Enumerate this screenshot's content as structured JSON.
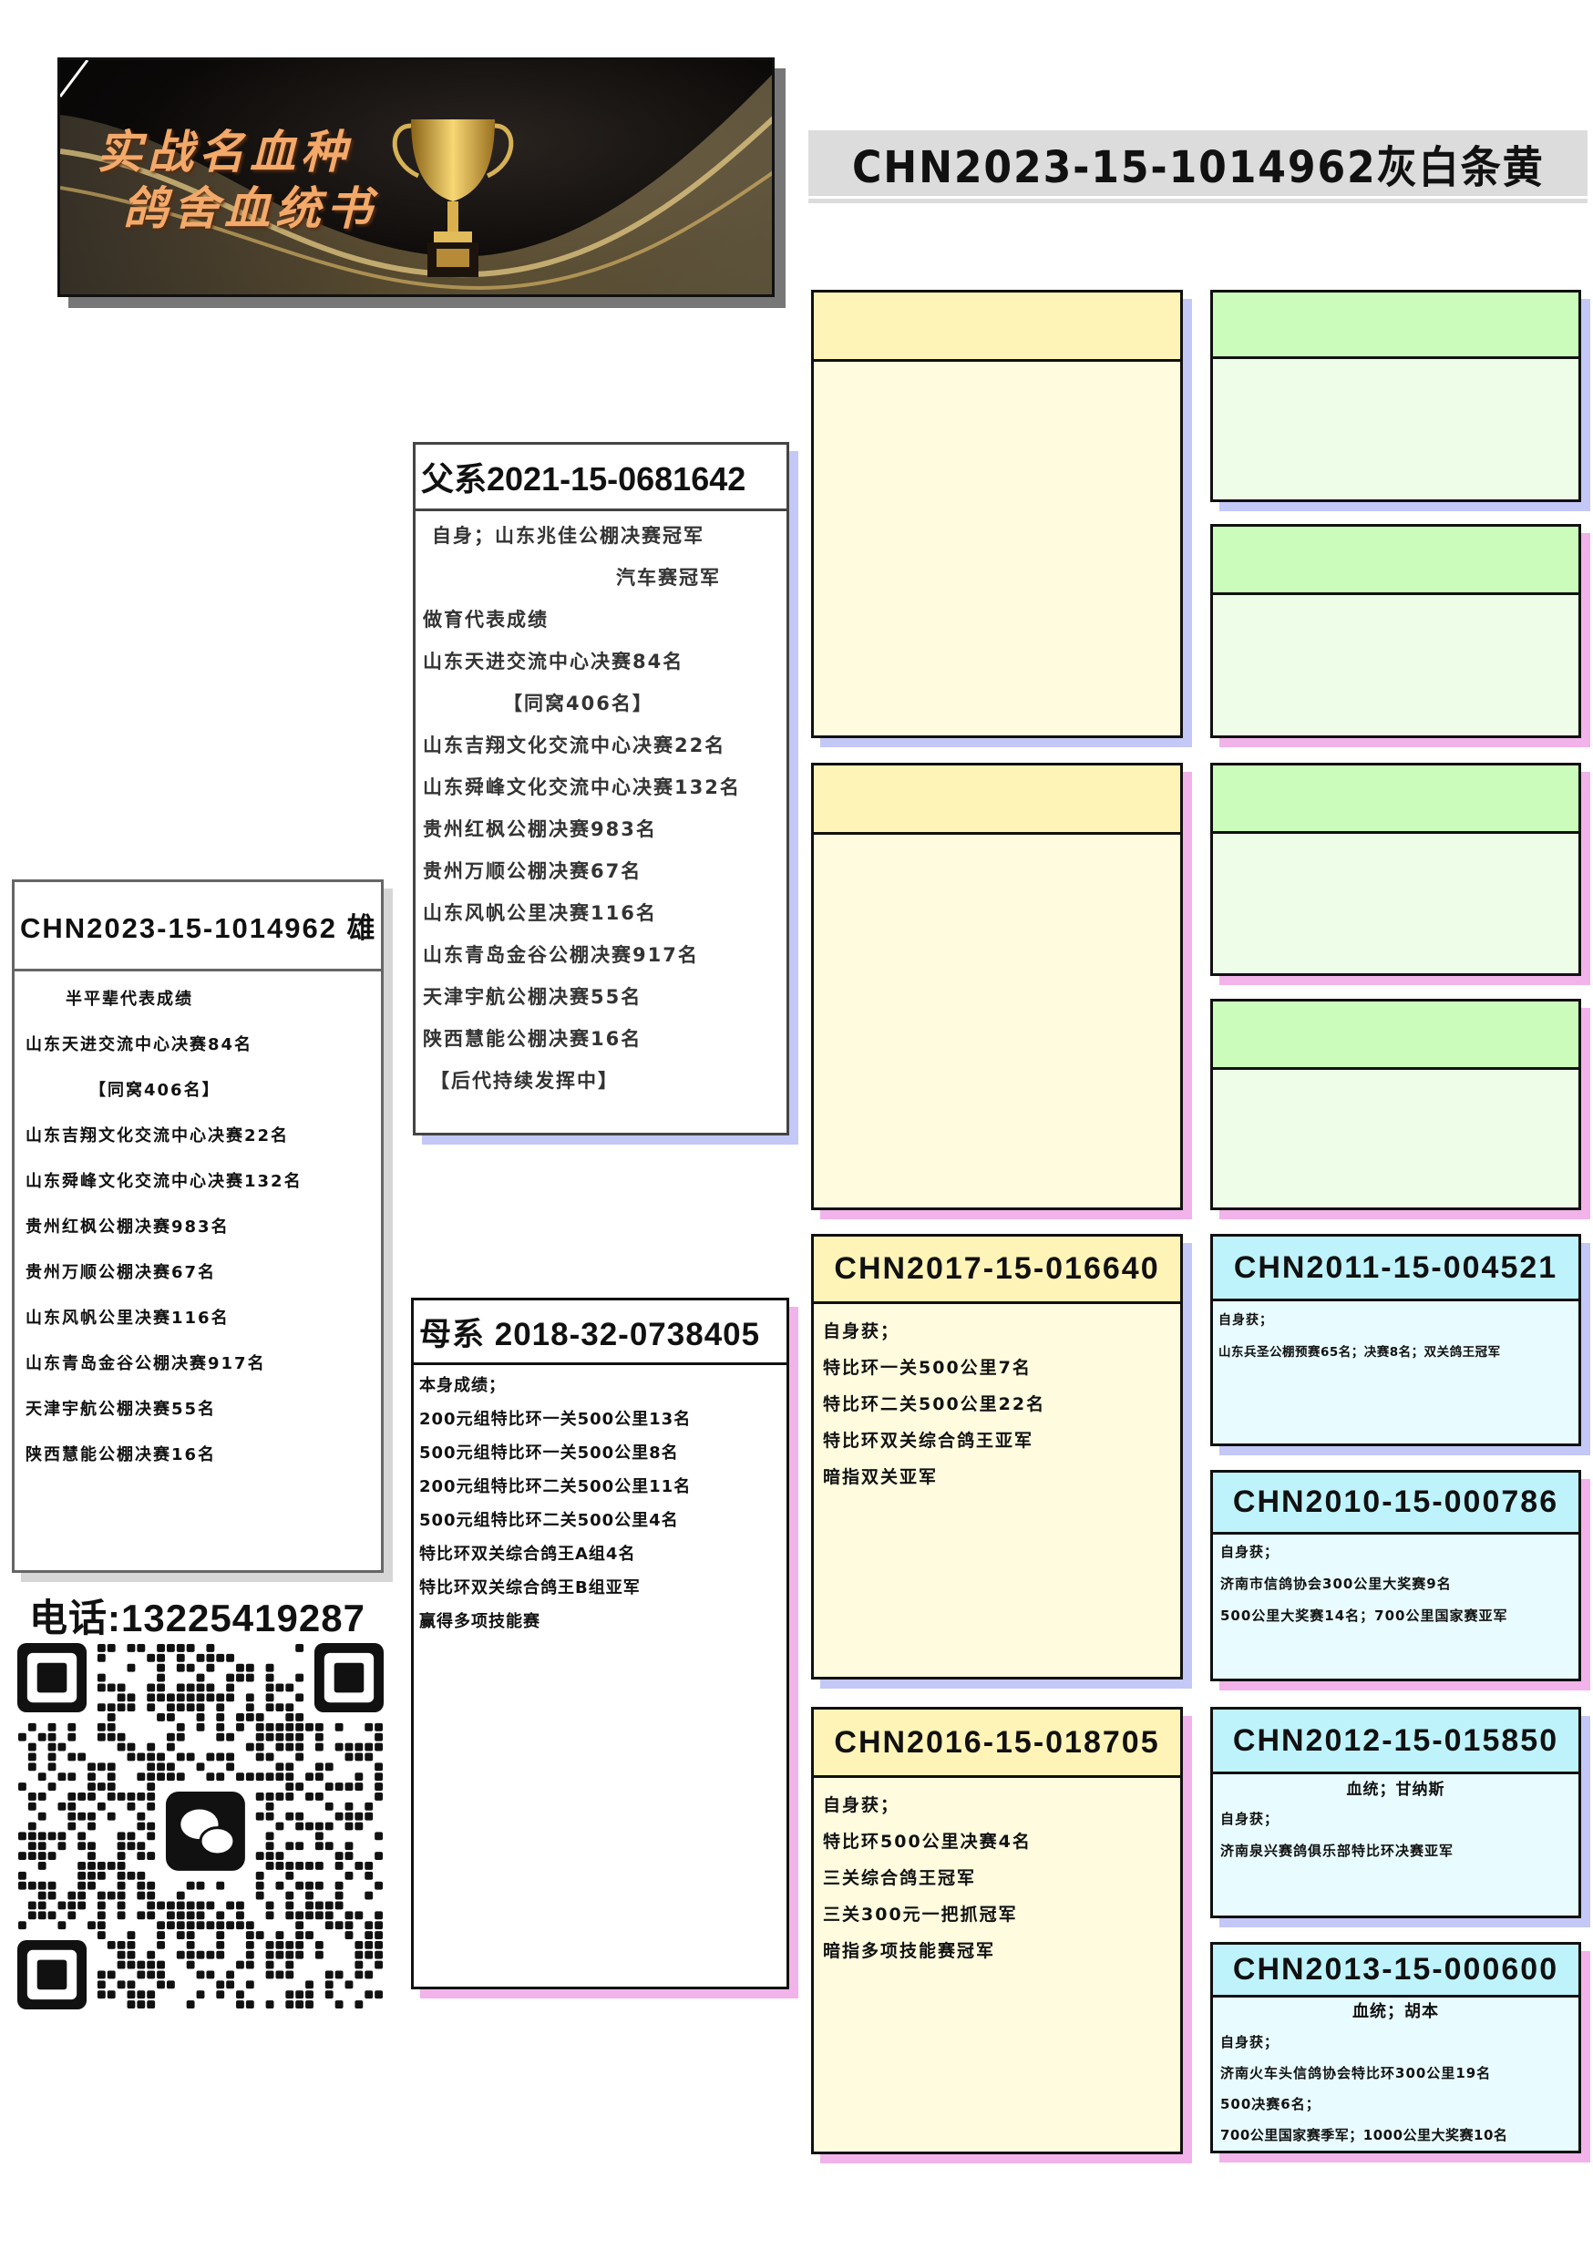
{
  "banner": {
    "line1": "实战名血种",
    "line2": "鸽舍血统书"
  },
  "title": "CHN2023-15-1014962灰白条黄",
  "subject": {
    "header": "CHN2023-15-1014962 雄",
    "lines": [
      "半平辈代表成绩",
      "山东天进交流中心决赛84名",
      "【同窝406名】",
      "山东吉翔文化交流中心决赛22名",
      "山东舜峰文化交流中心决赛132名",
      "贵州红枫公棚决赛983名",
      "贵州万顺公棚决赛67名",
      "山东风帆公里决赛116名",
      "山东青岛金谷公棚决赛917名",
      "天津宇航公棚决赛55名",
      "陕西慧能公棚决赛16名"
    ]
  },
  "sire": {
    "header": "父系2021-15-0681642",
    "lines": [
      "自身；山东兆佳公棚决赛冠军",
      "汽车赛冠军",
      "做育代表成绩",
      "山东天进交流中心决赛84名",
      "【同窝406名】",
      "山东吉翔文化交流中心决赛22名",
      "山东舜峰文化交流中心决赛132名",
      "贵州红枫公棚决赛983名",
      "贵州万顺公棚决赛67名",
      "山东风帆公里决赛116名",
      "山东青岛金谷公棚决赛917名",
      "天津宇航公棚决赛55名",
      "陕西慧能公棚决赛16名",
      "【后代持续发挥中】"
    ]
  },
  "dam": {
    "header": "母系 2018-32-0738405",
    "lines": [
      "本身成绩；",
      "200元组特比环一关500公里13名",
      "500元组特比环一关500公里8名",
      "200元组特比环二关500公里11名",
      "500元组特比环二关500公里4名",
      "特比环双关综合鸽王A组4名",
      "特比环双关综合鸽王B组亚军",
      "赢得多项技能赛"
    ]
  },
  "grand_sire": {
    "header": "CHN2017-15-016640",
    "lines": [
      "自身获；",
      "特比环一关500公里7名",
      "特比环二关500公里22名",
      "特比环双关综合鸽王亚军",
      "暗指双关亚军"
    ]
  },
  "grand_dam": {
    "header": "CHN2016-15-018705",
    "lines": [
      "自身获；",
      "特比环500公里决赛4名",
      "三关综合鸽王冠军",
      "三关300元一把抓冠军",
      "暗指多项技能赛冠军"
    ]
  },
  "gg1": {
    "header": "CHN2011-15-004521",
    "lines": [
      "自身获；",
      "山东兵圣公棚预赛65名；决赛8名；双关鸽王冠军"
    ]
  },
  "gg2": {
    "header": "CHN2010-15-000786",
    "lines": [
      "自身获；",
      "济南市信鸽协会300公里大奖赛9名",
      "500公里大奖赛14名；700公里国家赛亚军"
    ]
  },
  "gg3": {
    "header": "CHN2012-15-015850",
    "bloodline": "血统；甘纳斯",
    "lines": [
      "自身获；",
      "济南泉兴赛鸽俱乐部特比环决赛亚军"
    ]
  },
  "gg4": {
    "header": "CHN2013-15-000600",
    "bloodline": "血统；胡本",
    "lines": [
      "自身获；",
      "济南火车头信鸽协会特比环300公里19名",
      "500决赛6名；",
      "700公里国家赛季军；1000公里大奖赛10名"
    ]
  },
  "contact": {
    "phone": "电话:13225419287"
  },
  "colors": {
    "yellow_header": "#fff4b8",
    "green_header": "#ccfcbc",
    "cyan_header": "#bff3fb",
    "shadow_blue": "#c3c8f6",
    "shadow_pink": "#f1b3ea"
  }
}
